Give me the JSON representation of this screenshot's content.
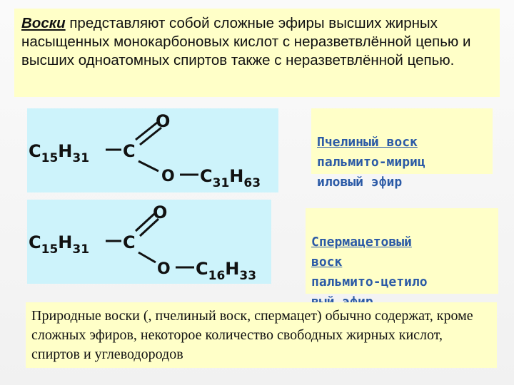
{
  "definition": {
    "term": "Воски",
    "text": " представляют собой сложные эфиры высших жирных насыщенных монокарбоновых кислот с неразветвлённой цепью и высших одноатомных спиртов также с неразветвлённой цепью."
  },
  "formula_1": {
    "left_group": {
      "C": "C",
      "n1": "15",
      "H": "H",
      "n2": "31"
    },
    "center_atom": "C",
    "double_bond_atom": "O",
    "ester_oxygen": "O",
    "right_group": {
      "C": "C",
      "n1": "31",
      "H": "H",
      "n2": "63"
    }
  },
  "formula_2": {
    "left_group": {
      "C": "C",
      "n1": "15",
      "H": "H",
      "n2": "31"
    },
    "center_atom": "C",
    "double_bond_atom": "O",
    "ester_oxygen": "O",
    "right_group": {
      "C": "C",
      "n1": "16",
      "H": "H",
      "n2": "33"
    }
  },
  "label_beeswax": {
    "name": "Пчелиный воск",
    "desc": "пальмито-мириц\nиловый эфир"
  },
  "label_spermaceti": {
    "name": "Спермацетовый\nвоск",
    "desc": "пальмито-цетило\nвый эфир"
  },
  "note": {
    "text": "Природные воски (, пчелиный воск, спермацет) обычно содержат, кроме сложных эфиров, некоторое количество свободных жирных кислот, спиртов и углеводородов"
  },
  "colors": {
    "yellow_box": "#ffffc8",
    "cyan_box": "#cdf3fb",
    "label_text": "#2b5aa6"
  }
}
